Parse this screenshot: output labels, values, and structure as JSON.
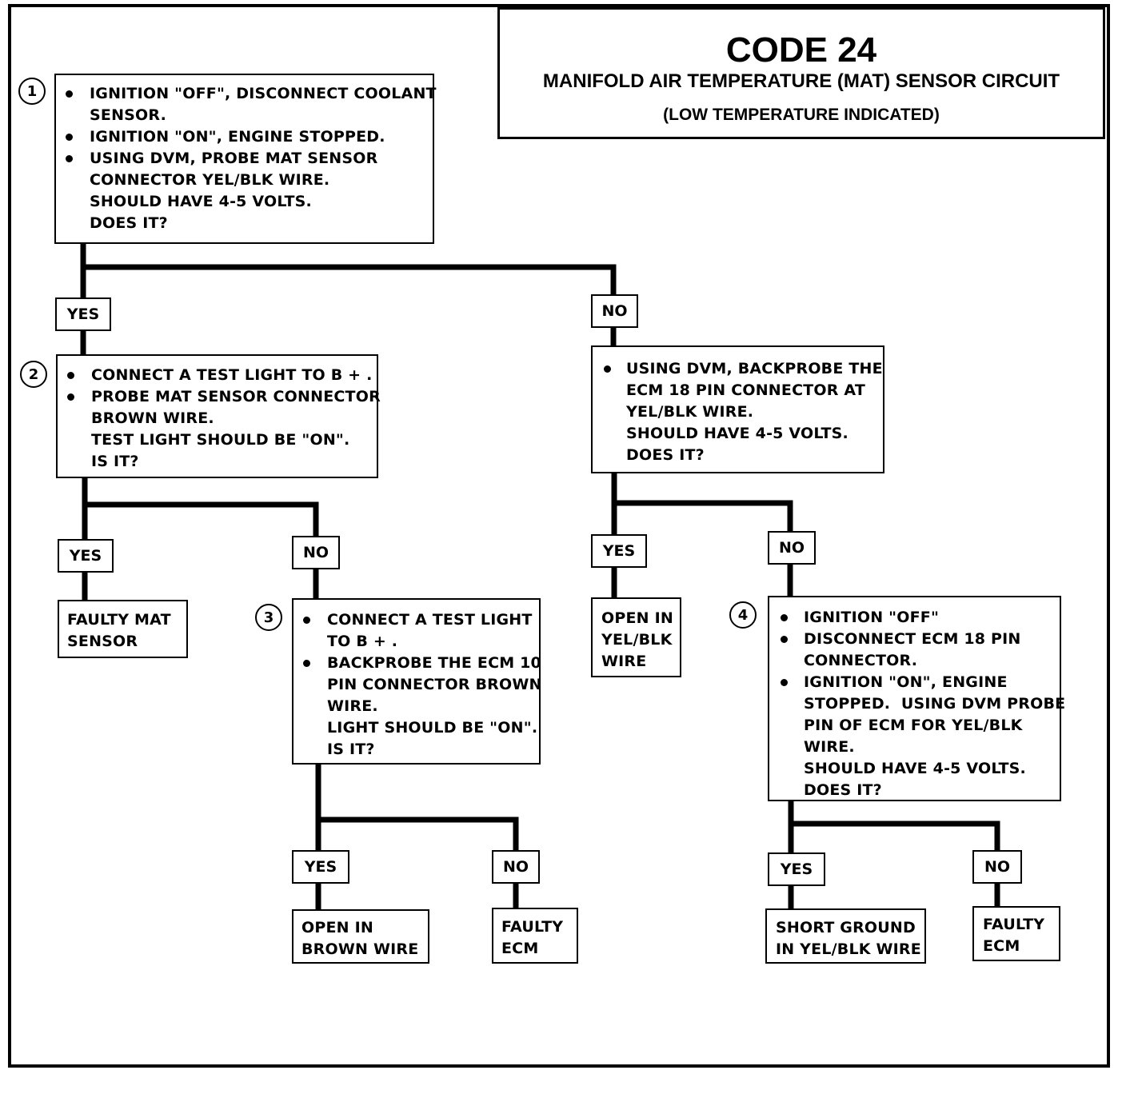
{
  "title": {
    "code": "CODE 24",
    "circuit": "MANIFOLD AIR TEMPERATURE (MAT) SENSOR CIRCUIT",
    "note": "(LOW TEMPERATURE INDICATED)"
  },
  "step1": {
    "number": "1",
    "lines": [
      "IGNITION \"OFF\", DISCONNECT COOLANT",
      "SENSOR.",
      "IGNITION \"ON\", ENGINE STOPPED.",
      "USING DVM, PROBE MAT SENSOR",
      "CONNECTOR YEL/BLK WIRE.",
      "SHOULD HAVE 4-5 VOLTS.",
      "DOES IT?"
    ]
  },
  "step2": {
    "number": "2",
    "lines": [
      "CONNECT A TEST LIGHT TO B + .",
      "PROBE MAT SENSOR CONNECTOR",
      "BROWN WIRE.",
      "TEST LIGHT SHOULD BE \"ON\".",
      "IS IT?"
    ]
  },
  "step3": {
    "number": "3",
    "lines": [
      "CONNECT A TEST LIGHT",
      "TO B + .",
      "BACKPROBE THE ECM 10",
      "PIN CONNECTOR BROWN",
      "WIRE.",
      "LIGHT SHOULD BE \"ON\".",
      "IS IT?"
    ]
  },
  "step4": {
    "number": "4",
    "lines": [
      "IGNITION \"OFF\"",
      "DISCONNECT ECM 18 PIN",
      "CONNECTOR.",
      "IGNITION \"ON\", ENGINE",
      "STOPPED.  USING DVM PROBE",
      "PIN OF ECM FOR YEL/BLK",
      "WIRE.",
      "SHOULD HAVE 4-5 VOLTS.",
      "DOES IT?"
    ]
  },
  "no1_check": {
    "lines": [
      "USING DVM, BACKPROBE THE",
      "ECM 18 PIN CONNECTOR AT",
      "YEL/BLK WIRE.",
      "SHOULD HAVE 4-5 VOLTS.",
      "DOES IT?"
    ]
  },
  "branch": {
    "yes": "YES",
    "no": "NO"
  },
  "results": {
    "faulty_mat_sensor": [
      "FAULTY MAT",
      "SENSOR"
    ],
    "open_brown_wire": [
      "OPEN IN",
      "BROWN WIRE"
    ],
    "faulty_ecm_a": [
      "FAULTY",
      "ECM"
    ],
    "open_yel_blk": [
      "OPEN IN",
      "YEL/BLK",
      "WIRE"
    ],
    "short_ground": [
      "SHORT GROUND",
      "IN YEL/BLK WIRE"
    ],
    "faulty_ecm_b": [
      "FAULTY",
      "ECM"
    ]
  }
}
